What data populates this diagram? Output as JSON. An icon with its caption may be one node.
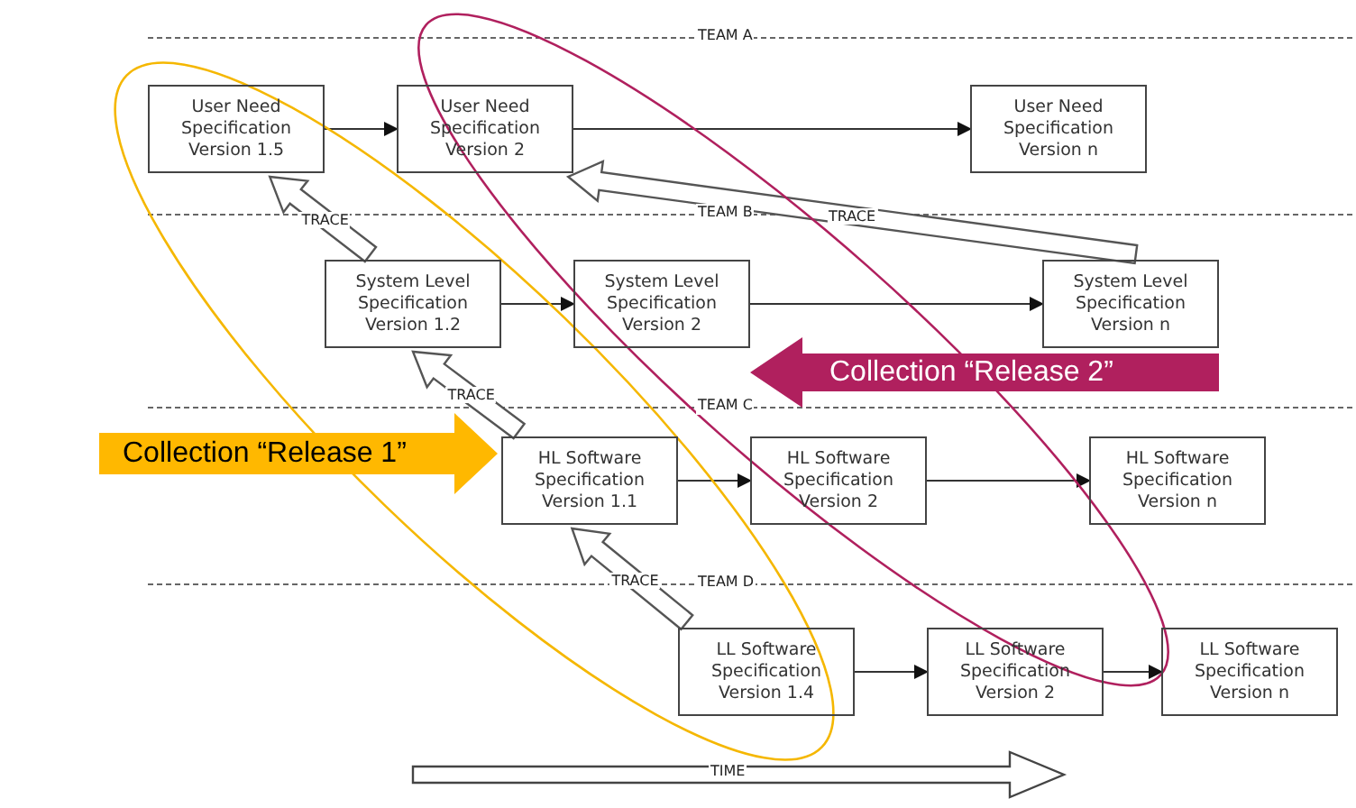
{
  "diagram": {
    "nodes": [
      {
        "text": [
          "User Need Specification Version 1.5"
        ]
      },
      {
        "text": [
          "User Need Specification Version 2"
        ]
      },
      {
        "text": [
          "User Need Specification Version n"
        ]
      },
      {
        "text": [
          "System Level Specification Version 1.2"
        ]
      },
      {
        "text": [
          "System Level Specification Version 2"
        ]
      },
      {
        "text": [
          "System Level Specification Version n"
        ]
      },
      {
        "text": [
          "HL Software Specification Version 1.1"
        ]
      },
      {
        "text": [
          "HL Software Specification Version 2"
        ]
      },
      {
        "text": [
          "HL Software Specification Version n"
        ]
      },
      {
        "text": [
          "LL Software Specification Version 1.4"
        ]
      },
      {
        "text": [
          "LL Software Specification Version 2"
        ]
      },
      {
        "text": [
          "LL Software Specification Version n"
        ]
      },
      {
        "text": [
          "Collection “Release 1”"
        ]
      },
      {
        "text": [
          "Collection “Release 2”"
        ]
      }
    ],
    "edges": [
      {
        "from": 0,
        "to": 1,
        "arrow": "to"
      },
      {
        "from": 1,
        "to": 2,
        "arrow": "to"
      },
      {
        "from": 3,
        "to": 4,
        "arrow": "to"
      },
      {
        "from": 4,
        "to": 5,
        "arrow": "to"
      },
      {
        "from": 6,
        "to": 7,
        "arrow": "to"
      },
      {
        "from": 7,
        "to": 8,
        "arrow": "to"
      },
      {
        "from": 9,
        "to": 10,
        "arrow": "to"
      },
      {
        "from": 10,
        "to": 11,
        "arrow": "to"
      },
      {
        "from": 3,
        "to": 0,
        "arrow": "to",
        "label": "TRACE",
        "style": "thick"
      },
      {
        "from": 5,
        "to": 1,
        "arrow": "to",
        "label": "TRACE",
        "style": "thick"
      },
      {
        "from": 6,
        "to": 3,
        "arrow": "to",
        "label": "TRACE",
        "style": "thick"
      },
      {
        "from": 9,
        "to": 6,
        "arrow": "to",
        "label": "TRACE",
        "style": "thick"
      }
    ],
    "labels": [
      "TEAM A",
      "TEAM B",
      "TEAM C",
      "TEAM D",
      "TIME"
    ]
  }
}
